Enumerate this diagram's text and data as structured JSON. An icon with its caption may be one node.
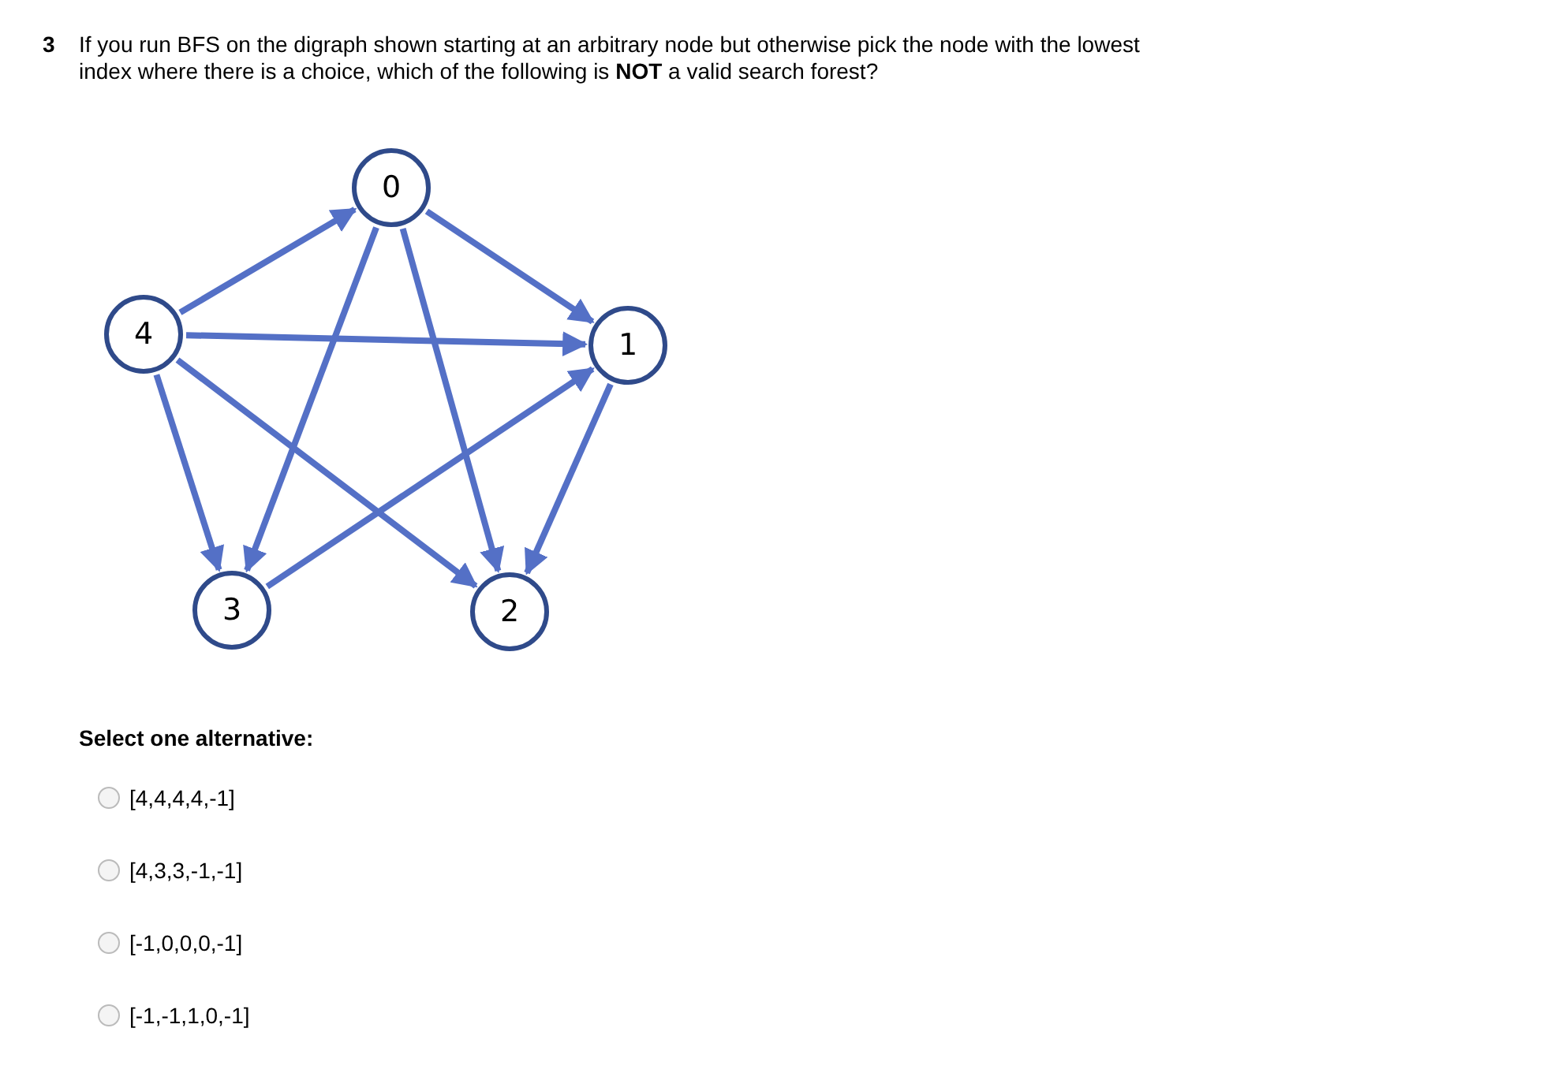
{
  "diagram": {
    "title": "If you run BFS on the digraph shown starting at an arbitrary node but otherwise pick the node with the lowest index where there is a choice, which of the following is **NOT** a valid search forest?",
    "nodes": [
      {
        "text": [
          "0"
        ]
      },
      {
        "text": [
          "4"
        ]
      },
      {
        "text": [
          "1"
        ]
      },
      {
        "text": [
          "3"
        ]
      },
      {
        "text": [
          "2"
        ]
      }
    ],
    "edges": [
      {
        "from": 1,
        "to": 0,
        "arrow": "to"
      },
      {
        "from": 0,
        "to": 2,
        "arrow": "to"
      },
      {
        "from": 1,
        "to": 2,
        "arrow": "to"
      },
      {
        "from": 0,
        "to": 3,
        "arrow": "to"
      },
      {
        "from": 0,
        "to": 4,
        "arrow": "to"
      },
      {
        "from": 1,
        "to": 3,
        "arrow": "to"
      },
      {
        "from": 1,
        "to": 4,
        "arrow": "to"
      },
      {
        "from": 3,
        "to": 2,
        "arrow": "to"
      },
      {
        "from": 2,
        "to": 4,
        "arrow": "to"
      }
    ],
    "labels": [
      "3",
      "Select one alternative:",
      "[4,4,4,4,-1]",
      "[4,3,3,-1,-1]",
      "[-1,0,0,0,-1]",
      "[-1,-1,1,0,-1]"
    ]
  }
}
